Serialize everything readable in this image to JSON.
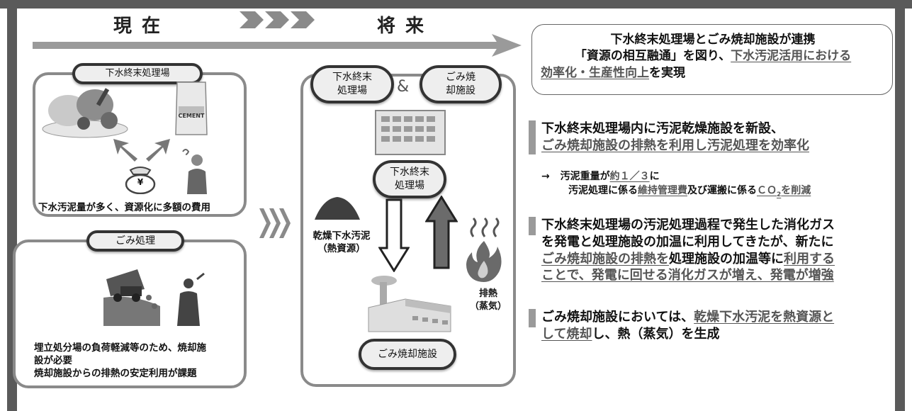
{
  "headers": {
    "current": "現在",
    "future": "将来"
  },
  "current": {
    "wwtp_label": "下水終末処理場",
    "wwtp_caption": "下水汚泥量が多く、資源化に多額の費用",
    "cement_text": "CEMENT",
    "yen_text": "¥",
    "waste_label": "ごみ処理",
    "waste_caption_lines": [
      "埋立処分場の負荷軽減等のため、焼却施",
      "設が必要",
      "焼却施設からの排熱の安定利用が課題"
    ]
  },
  "future": {
    "wwtp_pill_lines": [
      "下水終末",
      "処理場"
    ],
    "ampersand": "&",
    "incin_pill_lines": [
      "ごみ焼",
      "却施設"
    ],
    "center_pill_lines": [
      "下水終末",
      "処理場"
    ],
    "sludge_label_lines": [
      "乾燥下水汚泥",
      "（熱資源）"
    ],
    "heat_label_lines": [
      "排熱",
      "（蒸気）"
    ],
    "bottom_pill": "ごみ焼却施設"
  },
  "right": {
    "summary": {
      "line1": "下水終末処理場とごみ焼却施設が連携",
      "line2a": "「資源の相互融通」を図り、",
      "line2b": "下水汚泥活用における",
      "line3a": "効率化・生産性向上",
      "line3b": "を実現"
    },
    "point1": {
      "line1": "下水終末処理場内に汚泥乾燥施設を新設、",
      "line2": "ごみ焼却施設の排熱を利用し汚泥処理を効率化"
    },
    "sub1": {
      "arrow": "→",
      "line1a": "汚泥重量が",
      "line1b": "約１／３",
      "line1c": "に",
      "line2a": "汚泥処理に係る",
      "line2b": "維持管理費",
      "line2c": "及び運搬に係る",
      "line2d": "ＣＯ",
      "line2e": "2",
      "line2f": "を削減"
    },
    "point2": {
      "line1": "下水終末処理場の汚泥処理過程で発生した消化ガス",
      "line2": "を発電と処理施設の加温に利用してきたが、新たに",
      "line3a": "ごみ焼却施設の排熱を",
      "line3b": "処理施設の加温等に",
      "line3c": "利用する",
      "line4": "ことで、発電に回せる消化ガスが増え、発電が増強"
    },
    "point3": {
      "line1a": "ごみ焼却施設においては、",
      "line1b": "乾燥下水汚泥を熱資源と",
      "line2a": "して焼却",
      "line2b": "し、熱（蒸気）を生成"
    }
  },
  "colors": {
    "frame": "#5a5a5a",
    "panel_border": "#8a8a8a",
    "underline_text": "#555555"
  }
}
